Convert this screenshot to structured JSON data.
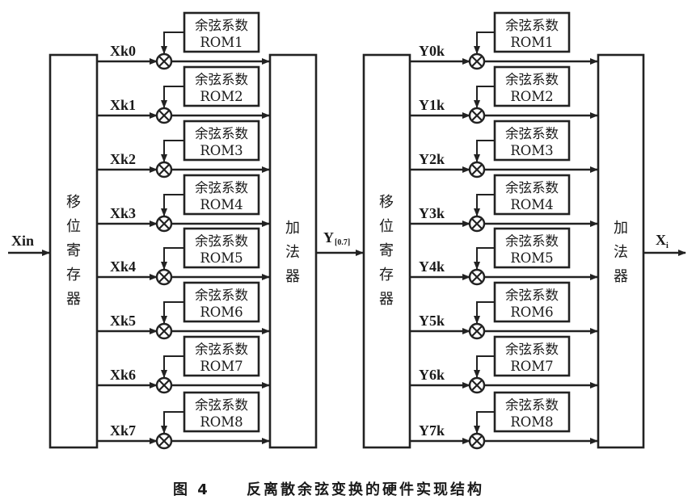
{
  "figure": {
    "caption_number": "图 4",
    "caption_title": "反离散余弦变换的硬件实现结构",
    "colors": {
      "ink": "#222222",
      "background": "#ffffff"
    }
  },
  "stage1": {
    "input_label": "Xin",
    "shift_register_label": [
      "移",
      "位",
      "寄",
      "存",
      "器"
    ],
    "adder_label": [
      "加",
      "法",
      "器"
    ],
    "output_label_main": "Y",
    "output_label_sub": "[0.7]",
    "taps": [
      "Xk0",
      "Xk1",
      "Xk2",
      "Xk3",
      "Xk4",
      "Xk5",
      "Xk6",
      "Xk7"
    ],
    "rom_title": "余弦系数",
    "roms": [
      "ROM1",
      "ROM2",
      "ROM3",
      "ROM4",
      "ROM5",
      "ROM6",
      "ROM7",
      "ROM8"
    ],
    "multiplier_symbol": "⊗"
  },
  "stage2": {
    "shift_register_label": [
      "移",
      "位",
      "寄",
      "存",
      "器"
    ],
    "adder_label": [
      "加",
      "法",
      "器"
    ],
    "output_label_main": "X",
    "output_label_sub": "i",
    "taps": [
      "Y0k",
      "Y1k",
      "Y2k",
      "Y3k",
      "Y4k",
      "Y5k",
      "Y6k",
      "Y7k"
    ],
    "rom_title": "余弦系数",
    "roms": [
      "ROM1",
      "ROM2",
      "ROM3",
      "ROM4",
      "ROM5",
      "ROM6",
      "ROM7",
      "ROM8"
    ],
    "multiplier_symbol": "⊗"
  }
}
